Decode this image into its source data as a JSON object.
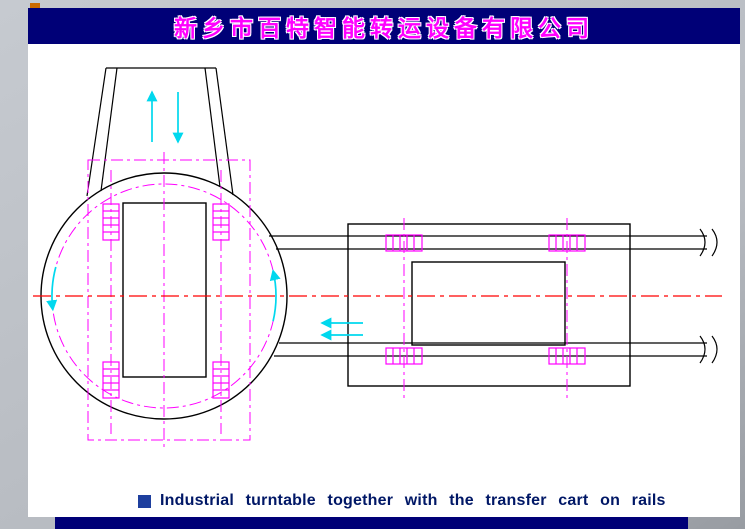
{
  "header": {
    "company_name": "新乡市百特智能转运设备有限公司"
  },
  "caption": {
    "bullet_icon": "square-bullet",
    "text": "Industrial turntable together with the transfer cart on rails"
  },
  "colors": {
    "page_bg": "#c6cad0",
    "header_bg": "#000077",
    "header_text": "#ff00ff",
    "panel_bg": "#ffffff",
    "bottom_bar": "#000077",
    "corner_marker": "#cc6a00",
    "magenta": "#ff00ff",
    "cyan": "#00d8ee",
    "red": "#ff0000",
    "black_line": "#000000",
    "caption_text": "#001766",
    "bullet": "#1e3f9e"
  }
}
